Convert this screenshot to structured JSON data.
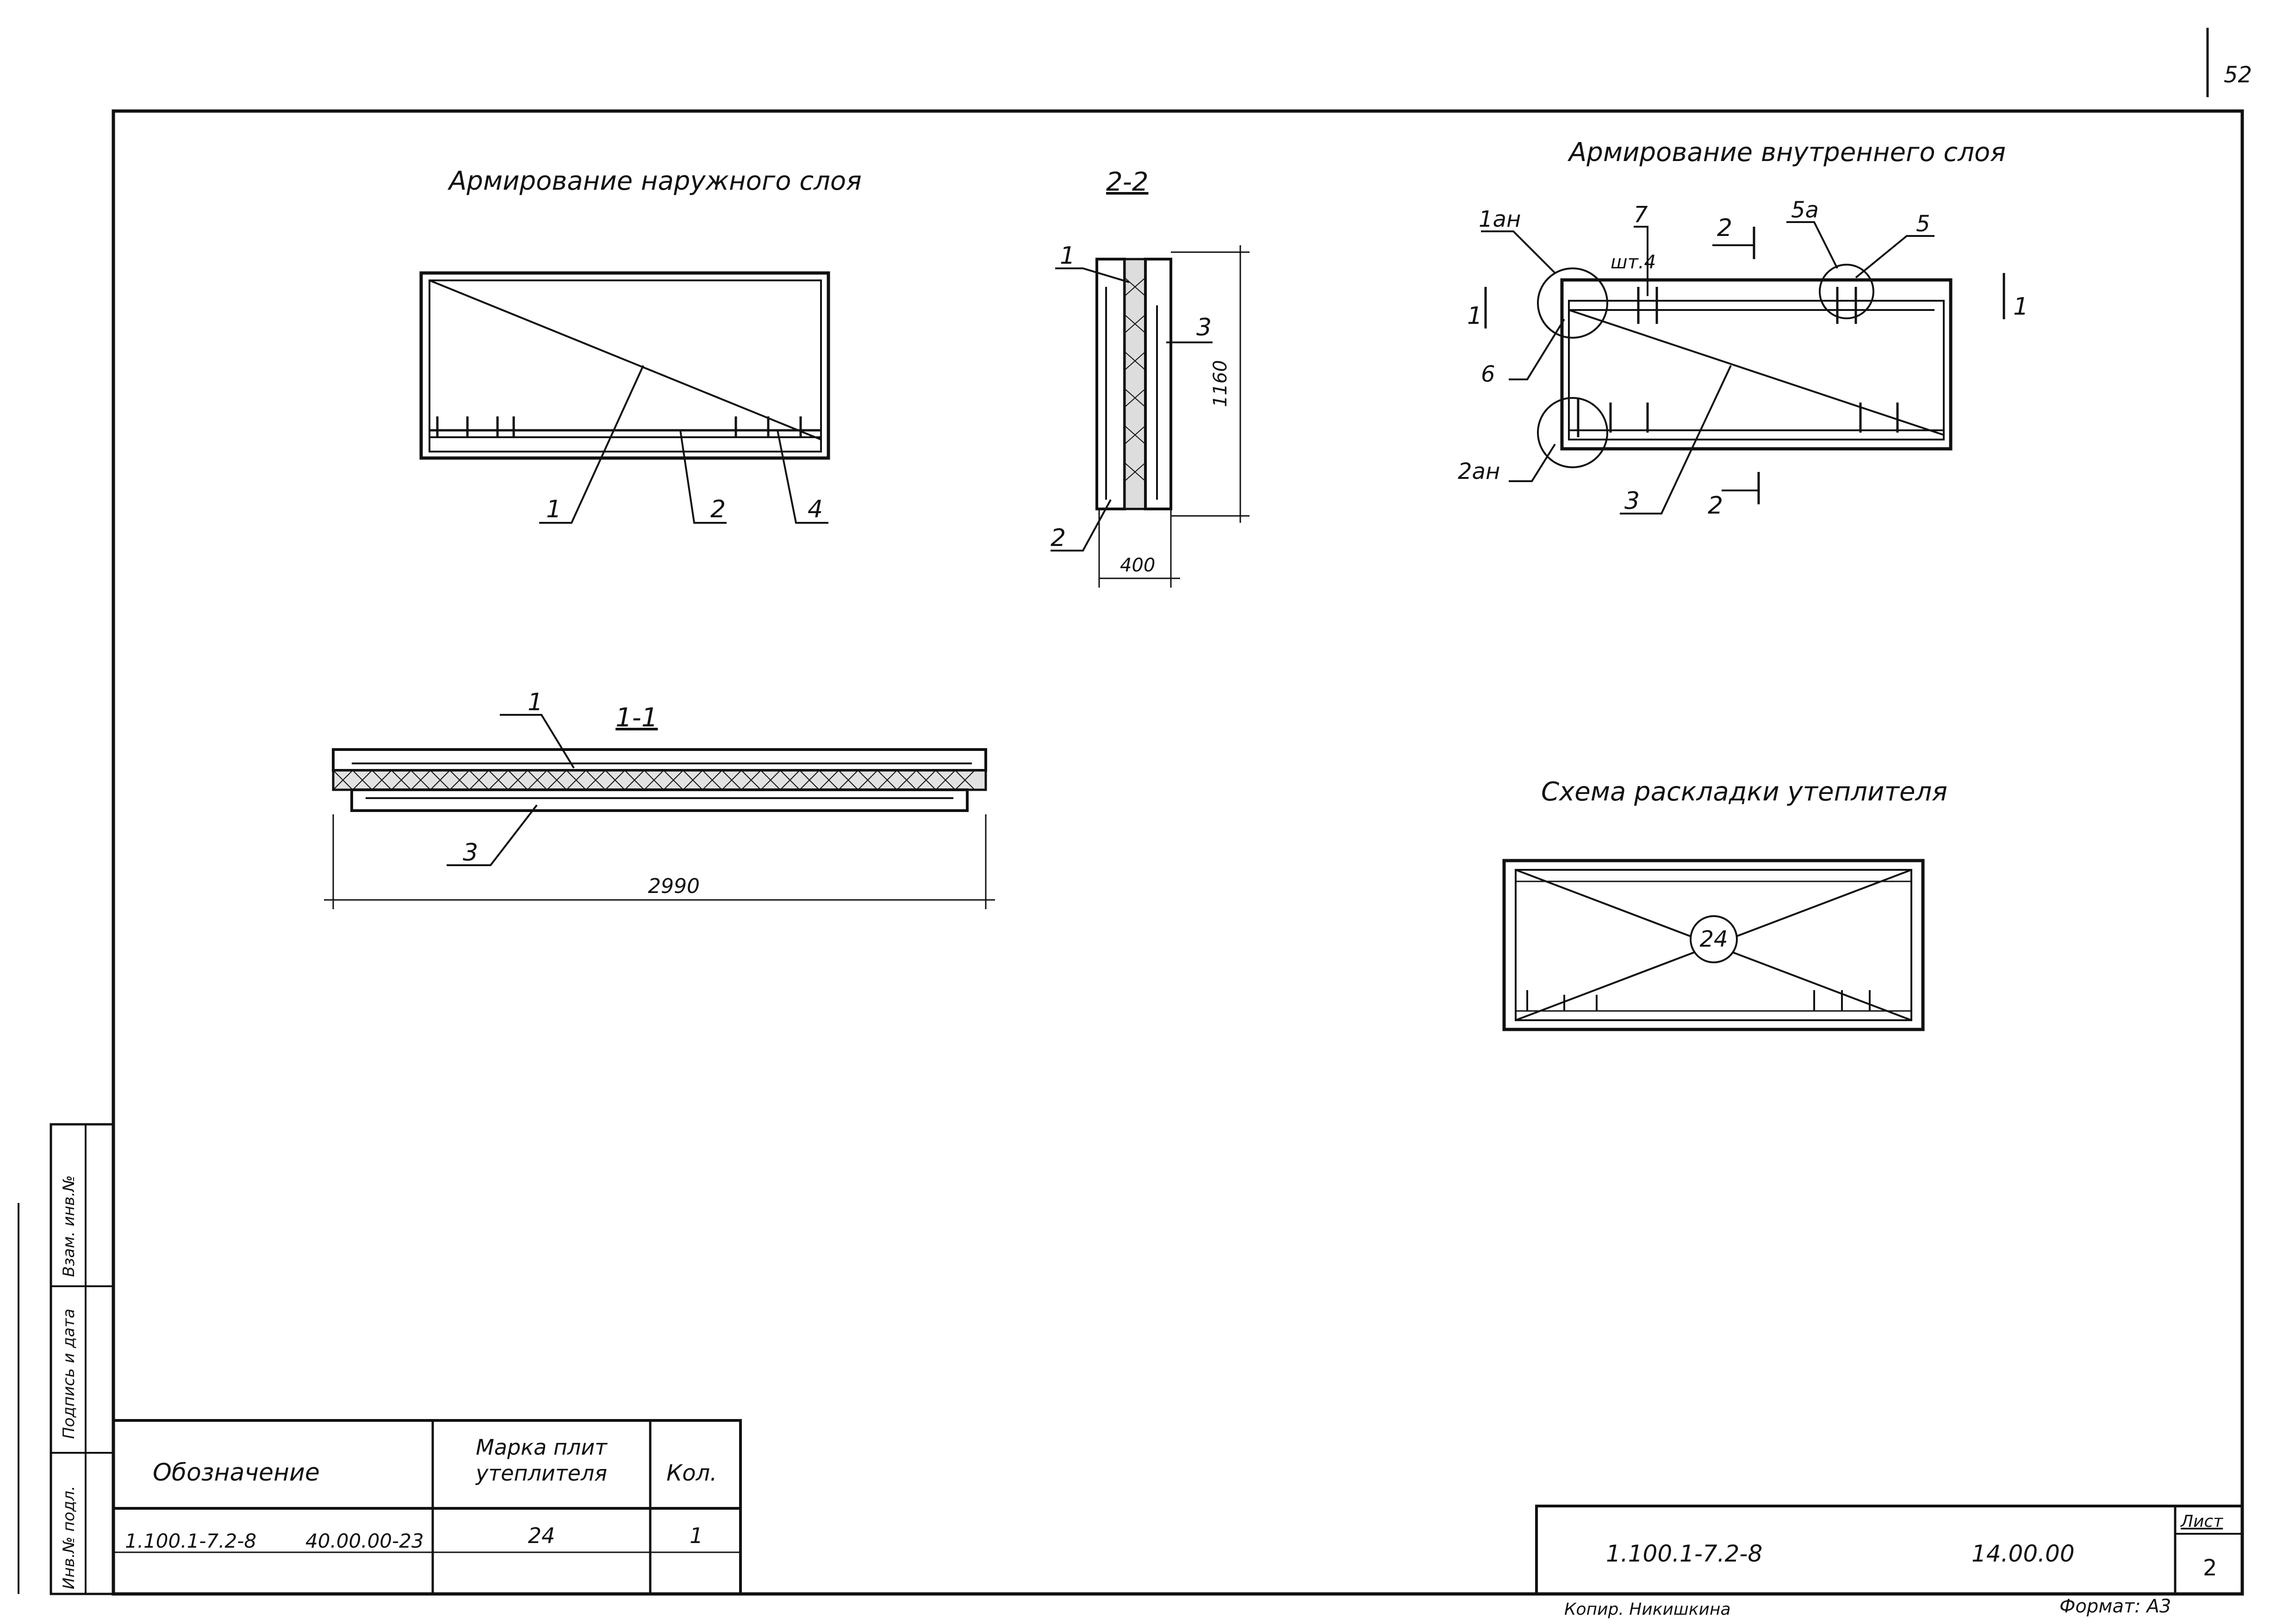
{
  "page_number": "52",
  "views": {
    "outer_layer": {
      "title": "Армирование наружного слоя",
      "callouts": [
        "1",
        "2",
        "4"
      ]
    },
    "section_2_2": {
      "title": "2-2",
      "callouts": [
        "1",
        "3",
        "2"
      ],
      "dim_height": "1160",
      "dim_width": "400"
    },
    "inner_layer": {
      "title": "Армирование внутреннего слоя",
      "callouts": {
        "c1an": "1ан",
        "c7": "7",
        "c7_qty": "шт.4",
        "c2_top": "2",
        "c5a": "5а",
        "c5": "5",
        "c1_left": "1",
        "c1_right": "1",
        "c6": "6",
        "c2an": "2ан",
        "c3": "3",
        "c2_bottom": "2"
      }
    },
    "section_1_1": {
      "title": "1-1",
      "callouts": [
        "1",
        "3"
      ],
      "dim_length": "2990"
    },
    "insulation_layout": {
      "title": "Схема раскладки утеплителя",
      "mark": "24"
    }
  },
  "side_stamp": [
    "Инв.№ подл.",
    "Подпись и дата",
    "Взам. инв.№"
  ],
  "spec_table": {
    "headers": [
      "Обозначение",
      "Марка плит утеплителя",
      "Кол."
    ],
    "row": {
      "designation_1": "1.100.1-7.2-8",
      "designation_2": "40.00.00-23",
      "mark": "24",
      "qty": "1"
    }
  },
  "title_block": {
    "doc_code": "1.100.1-7.2-8",
    "doc_number": "14.00.00",
    "sheet_label": "Лист",
    "sheet_value": "2"
  },
  "footer": {
    "copied_by": "Копир. Никишкина",
    "format": "Формат: А3"
  }
}
